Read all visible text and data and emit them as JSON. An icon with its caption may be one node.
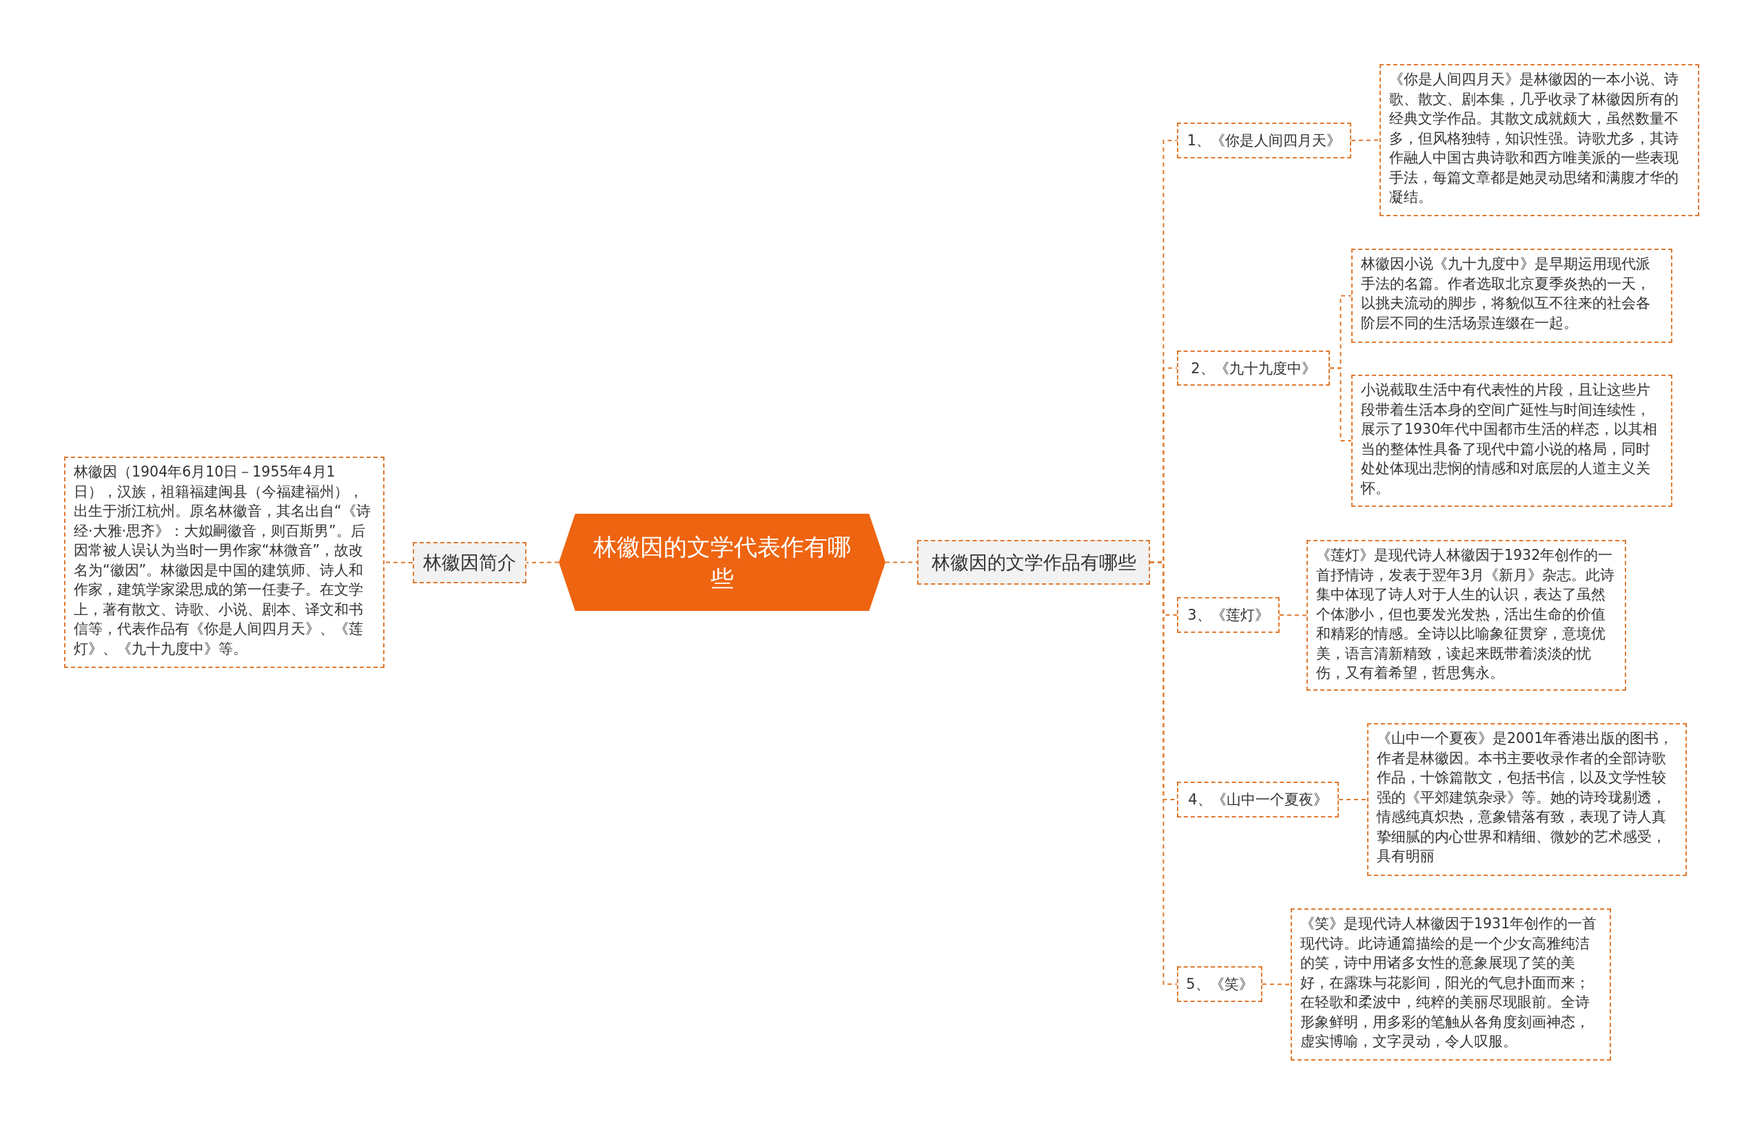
{
  "diagram": {
    "nodes": [
      {
        "text": [
          "林徽因的文学代表作有哪些"
        ]
      },
      {
        "text": [
          "林徽因简介"
        ]
      },
      {
        "text": [
          "林徽因（1904年6月10日－1955年4月1日），汉族，祖籍福建闽县（今福建福州），出生于浙江杭州。原名林徽音，其名出自“《诗经·大雅·思齐》：大姒嗣徽音，则百斯男”。后因常被人误认为当时一男作家“林微音”，故改名为“徽因”。林徽因是中国的建筑师、诗人和作家，建筑学家梁思成的第一任妻子。在文学上，著有散文、诗歌、小说、剧本、译文和书信等，代表作品有《你是人间四月天》、《莲灯》、《九十九度中》等。"
        ]
      },
      {
        "text": [
          "林徽因的文学作品有哪些"
        ]
      },
      {
        "text": [
          "1、《你是人间四月天》"
        ]
      },
      {
        "text": [
          "《你是人间四月天》是林徽因的一本小说、诗歌、散文、剧本集，几乎收录了林徽因所有的经典文学作品。其散文成就颇大，虽然数量不多，但风格独特，知识性强。诗歌尤多，其诗作融人中国古典诗歌和西方唯美派的一些表现手法，每篇文章都是她灵动思绪和满腹才华的凝结。"
        ]
      },
      {
        "text": [
          "2、《九十九度中》"
        ]
      },
      {
        "text": [
          "林徽因小说《九十九度中》是早期运用现代派手法的名篇。作者选取北京夏季炎热的一天，以挑夫流动的脚步，将貌似互不往来的社会各阶层不同的生活场景连缀在一起。"
        ]
      },
      {
        "text": [
          "小说截取生活中有代表性的片段，且让这些片段带着生活本身的空间广延性与时间连续性，展示了1930年代中国都市生活的样态，以其相当的整体性具备了现代中篇小说的格局，同时处处体现出悲悯的情感和对底层的人道主义关怀。"
        ]
      },
      {
        "text": [
          "3、《莲灯》"
        ]
      },
      {
        "text": [
          "《莲灯》是现代诗人林徽因于1932年创作的一首抒情诗，发表于翌年3月《新月》杂志。此诗集中体现了诗人对于人生的认识，表达了虽然个体渺小，但也要发光发热，活出生命的价值和精彩的情感。全诗以比喻象征贯穿，意境优美，语言清新精致，读起来既带着淡淡的忧伤，又有着希望，哲思隽永。"
        ]
      },
      {
        "text": [
          "4、《山中一个夏夜》"
        ]
      },
      {
        "text": [
          "《山中一个夏夜》是2001年香港出版的图书，作者是林徽因。本书主要收录作者的全部诗歌作品，十馀篇散文，包括书信，以及文学性较强的《平郊建筑杂录》等。她的诗玲珑剔透，情感纯真炽热，意象错落有致，表现了诗人真挚细腻的内心世界和精细、微妙的艺术感受，具有明丽"
        ]
      },
      {
        "text": [
          "5、《笑》"
        ]
      },
      {
        "text": [
          "《笑》是现代诗人林徽因于1931年创作的一首现代诗。此诗通篇描绘的是一个少女高雅纯洁的笑，诗中用诸多女性的意象展现了笑的美好，在露珠与花影间，阳光的气息扑面而来；在轻歌和柔波中，纯粹的美丽尽现眼前。全诗形象鲜明，用多彩的笔触从各角度刻画神态，虚实博喻，文字灵动，令人叹服。"
        ]
      }
    ],
    "edges": [
      {
        "from": 0,
        "to": 1,
        "arrow": "none"
      },
      {
        "from": 1,
        "to": 2,
        "arrow": "none"
      },
      {
        "from": 0,
        "to": 3,
        "arrow": "none"
      },
      {
        "from": 3,
        "to": 4,
        "arrow": "none"
      },
      {
        "from": 4,
        "to": 5,
        "arrow": "none"
      },
      {
        "from": 3,
        "to": 6,
        "arrow": "none"
      },
      {
        "from": 6,
        "to": 7,
        "arrow": "none"
      },
      {
        "from": 6,
        "to": 8,
        "arrow": "none"
      },
      {
        "from": 3,
        "to": 9,
        "arrow": "none"
      },
      {
        "from": 9,
        "to": 10,
        "arrow": "none"
      },
      {
        "from": 3,
        "to": 11,
        "arrow": "none"
      },
      {
        "from": 11,
        "to": 12,
        "arrow": "none"
      },
      {
        "from": 3,
        "to": 13,
        "arrow": "none"
      },
      {
        "from": 13,
        "to": 14,
        "arrow": "none"
      }
    ]
  }
}
